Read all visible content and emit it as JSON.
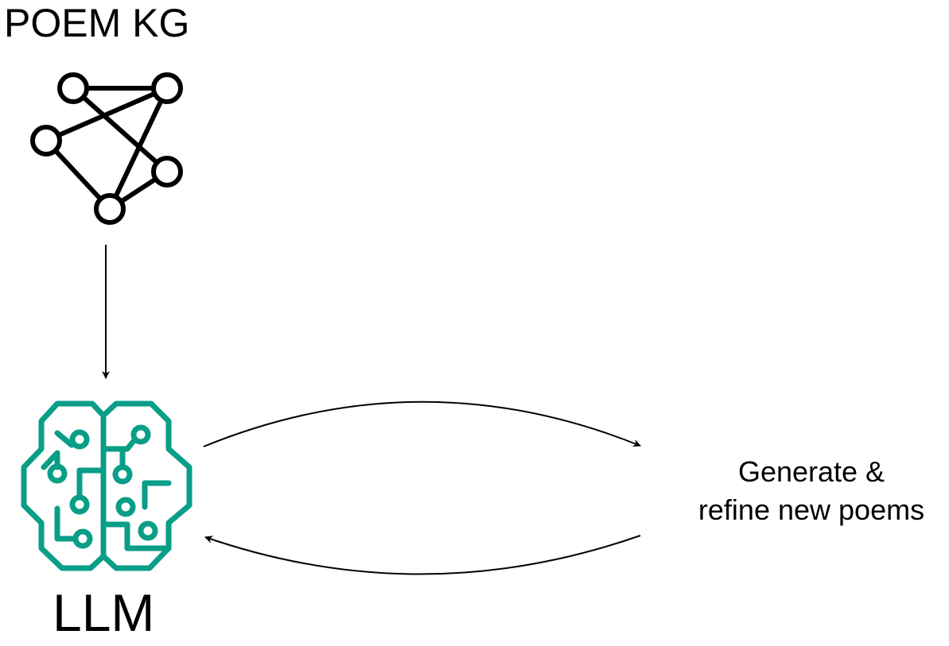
{
  "diagram": {
    "kg_title": "POEM KG",
    "llm_label": "LLM",
    "generate_label": {
      "line1": "Generate &",
      "line2": "refine new poems"
    }
  },
  "icons": {
    "kg": "knowledge-graph-icon",
    "llm": "brain-circuit-icon"
  },
  "colors": {
    "llm_icon": "#0a9e87",
    "lines": "#000000"
  }
}
